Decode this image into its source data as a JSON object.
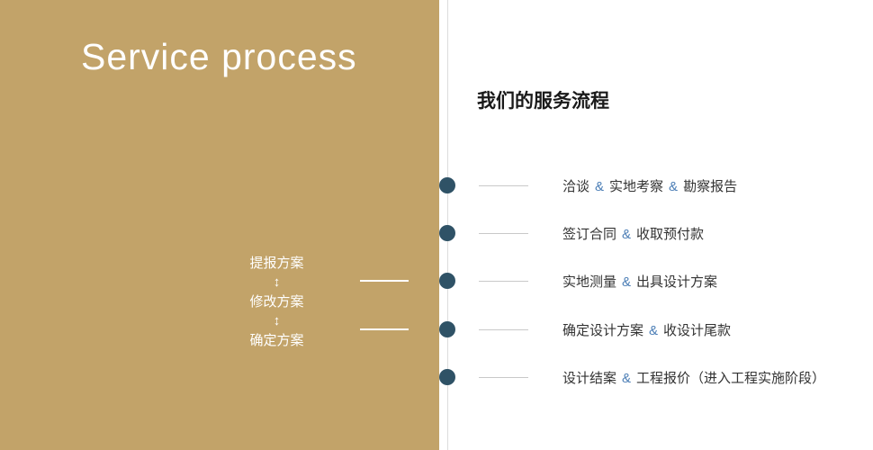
{
  "left_panel": {
    "title": "Service process",
    "steps": [
      "提报方案",
      "修改方案",
      "确定方案"
    ],
    "arrow": "↕"
  },
  "right_panel": {
    "heading": "我们的服务流程",
    "amp": "&",
    "rows": [
      {
        "t0": "洽谈",
        "t1": "实地考察",
        "t2": "勘察报告"
      },
      {
        "t0": "签订合同",
        "t1": "收取预付款"
      },
      {
        "t0": "实地测量",
        "t1": "出具设计方案"
      },
      {
        "t0": "确定设计方案",
        "t1": "收设计尾款"
      },
      {
        "t0": "设计结案",
        "t1": "工程报价（进入工程实施阶段）"
      }
    ]
  },
  "colors": {
    "panel_bg": "#c2a369",
    "accent_blue": "#4a7db5",
    "dot": "#2f5266",
    "text_dark": "#333333",
    "line_gray": "#c9c9c9"
  }
}
